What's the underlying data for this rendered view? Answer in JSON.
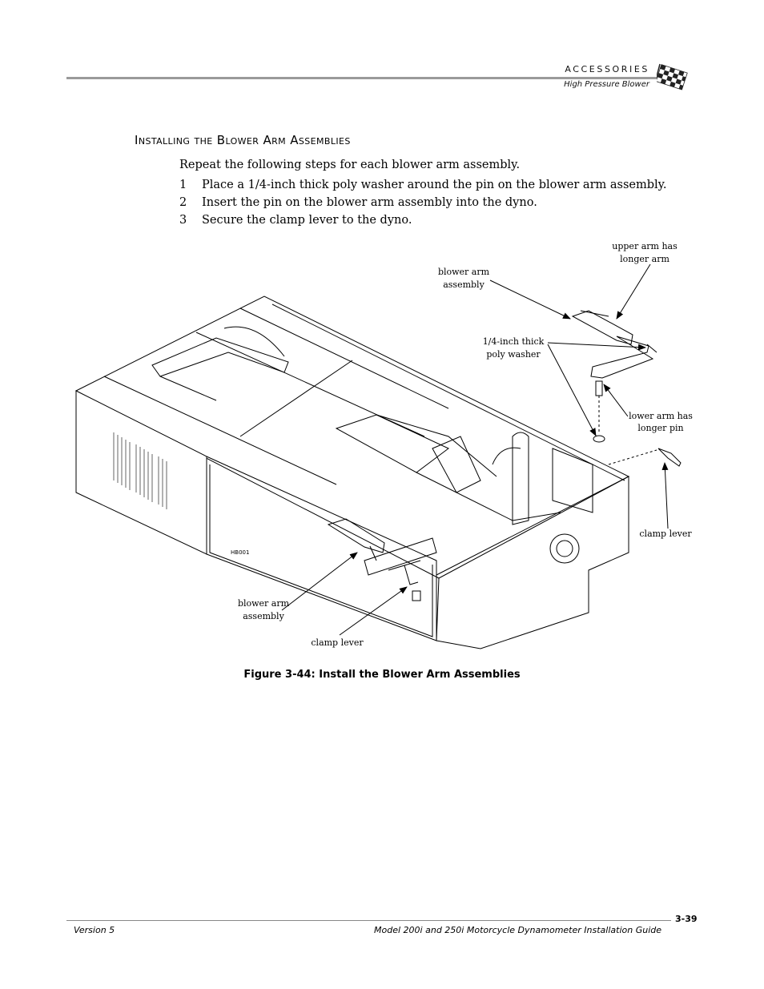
{
  "header": {
    "section": "ACCESSORIES",
    "subsection": "High Pressure Blower",
    "logo_icon": "checkered-flag-icon"
  },
  "section_title": "Installing the Blower Arm Assemblies",
  "intro": "Repeat the following steps for each blower arm assembly.",
  "steps": [
    {
      "num": "1",
      "text": "Place a 1/4-inch thick poly washer around the pin on the blower arm assembly."
    },
    {
      "num": "2",
      "text": "Insert the pin on the blower arm assembly into the dyno."
    },
    {
      "num": "3",
      "text": "Secure the clamp lever to the dyno."
    }
  ],
  "figure": {
    "callouts": {
      "upper_arm_1": "upper arm has",
      "upper_arm_2": "longer arm",
      "blower_arm_top_1": "blower arm",
      "blower_arm_top_2": "assembly",
      "washer_1": "1/4-inch thick",
      "washer_2": "poly washer",
      "lower_arm_1": "lower arm has",
      "lower_arm_2": "longer pin",
      "clamp_lever_right": "clamp lever",
      "blower_arm_bottom_1": "blower arm",
      "blower_arm_bottom_2": "assembly",
      "clamp_lever_bottom": "clamp lever",
      "drawing_id": "HB001"
    },
    "caption": "Figure 3-44: Install the Blower Arm Assemblies"
  },
  "footer": {
    "page_number": "3-39",
    "version": "Version 5",
    "guide_title": "Model 200i and 250i Motorcycle Dynamometer Installation Guide"
  }
}
